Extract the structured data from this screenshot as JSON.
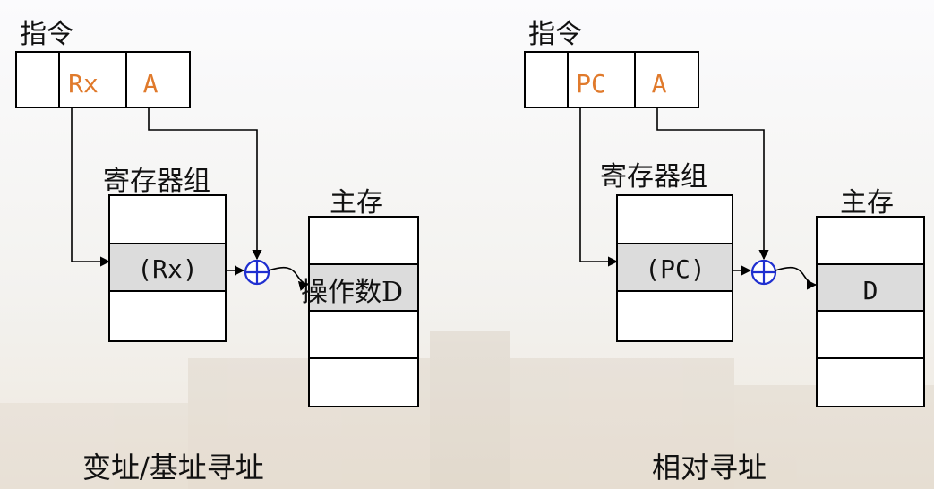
{
  "left": {
    "instruction_label": "指令",
    "fields": [
      "",
      "Rx",
      "A"
    ],
    "register_group_label": "寄存器组",
    "register_value": "(Rx)",
    "memory_label": "主存",
    "operand_label": "操作数D",
    "caption": "变址/基址寻址"
  },
  "right": {
    "instruction_label": "指令",
    "fields": [
      "",
      "PC",
      "A"
    ],
    "register_group_label": "寄存器组",
    "register_value": "(PC)",
    "memory_label": "主存",
    "operand_label": "D",
    "caption": "相对寻址"
  },
  "colors": {
    "field_text": "#e07a2c",
    "adder": "#1f2fd0",
    "caption": "#1b27c9",
    "highlight_cell": "#dcdcdc",
    "line": "#000000"
  }
}
